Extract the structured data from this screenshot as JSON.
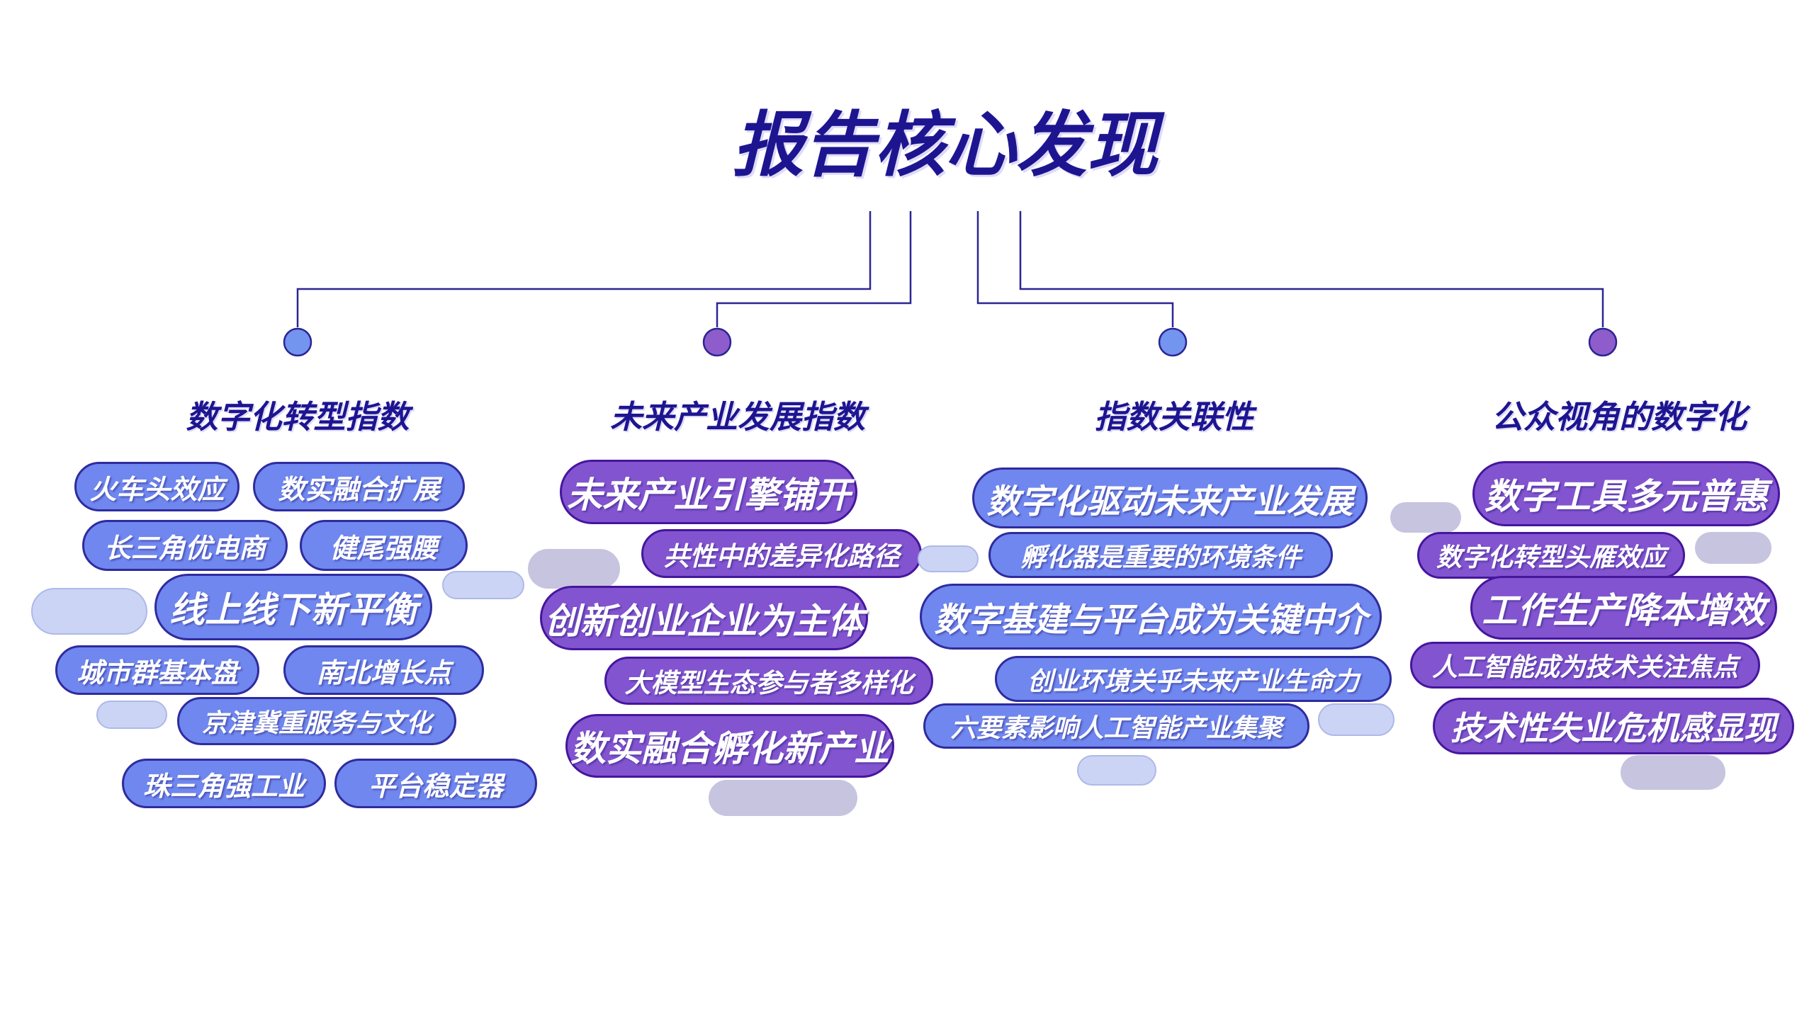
{
  "title": "报告核心发现",
  "colors": {
    "title_navy": "#1d1590",
    "line": "#2b2593",
    "node_blue": "#7394ef",
    "node_purple": "#8e5ccb",
    "pill_blue": "#6f87ef",
    "pill_blue_border": "#2f2b9d",
    "pill_purple": "#8254d0",
    "pill_purple_border": "#45169d",
    "deco_blue": "#cbd4f5",
    "deco_blue_border": "#aeb9e8",
    "deco_gray": "#c7c4e0"
  },
  "branches": [
    {
      "header": "数字化转型指数",
      "accent": "blue",
      "items": [
        "火车头效应",
        "数实融合扩展",
        "长三角优电商",
        "健尾强腰",
        "线上线下新平衡",
        "城市群基本盘",
        "南北增长点",
        "京津冀重服务与文化",
        "珠三角强工业",
        "平台稳定器"
      ]
    },
    {
      "header": "未来产业发展指数",
      "accent": "purple",
      "items": [
        "未来产业引擎铺开",
        "共性中的差异化路径",
        "创新创业企业为主体",
        "大模型生态参与者多样化",
        "数实融合孵化新产业"
      ]
    },
    {
      "header": "指数关联性",
      "accent": "blue",
      "items": [
        "数字化驱动未来产业发展",
        "孵化器是重要的环境条件",
        "数字基建与平台成为关键中介",
        "创业环境关乎未来产业生命力",
        "六要素影响人工智能产业集聚"
      ]
    },
    {
      "header": "公众视角的数字化",
      "accent": "purple",
      "items": [
        "数字工具多元普惠",
        "数字化转型头雁效应",
        "工作生产降本增效",
        "人工智能成为技术关注焦点",
        "技术性失业危机感显现"
      ]
    }
  ]
}
